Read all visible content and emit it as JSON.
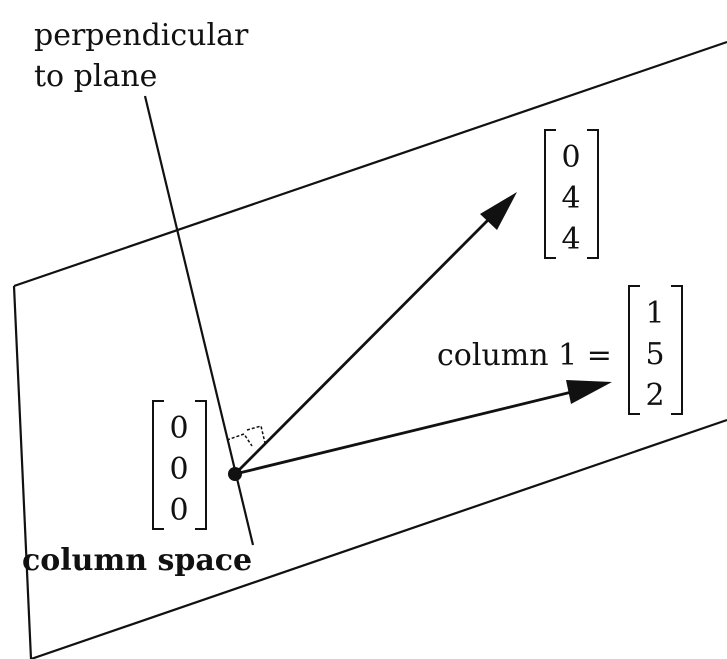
{
  "labels": {
    "perpendicular_line1": "perpendicular",
    "perpendicular_line2": "to plane",
    "column1_prefix": "column 1 ="
  },
  "plane_label": "column space",
  "vectors": {
    "top": {
      "entries": [
        "0",
        "4",
        "4"
      ]
    },
    "column1": {
      "entries": [
        "1",
        "5",
        "2"
      ]
    },
    "origin": {
      "entries": [
        "0",
        "0",
        "0"
      ]
    }
  }
}
